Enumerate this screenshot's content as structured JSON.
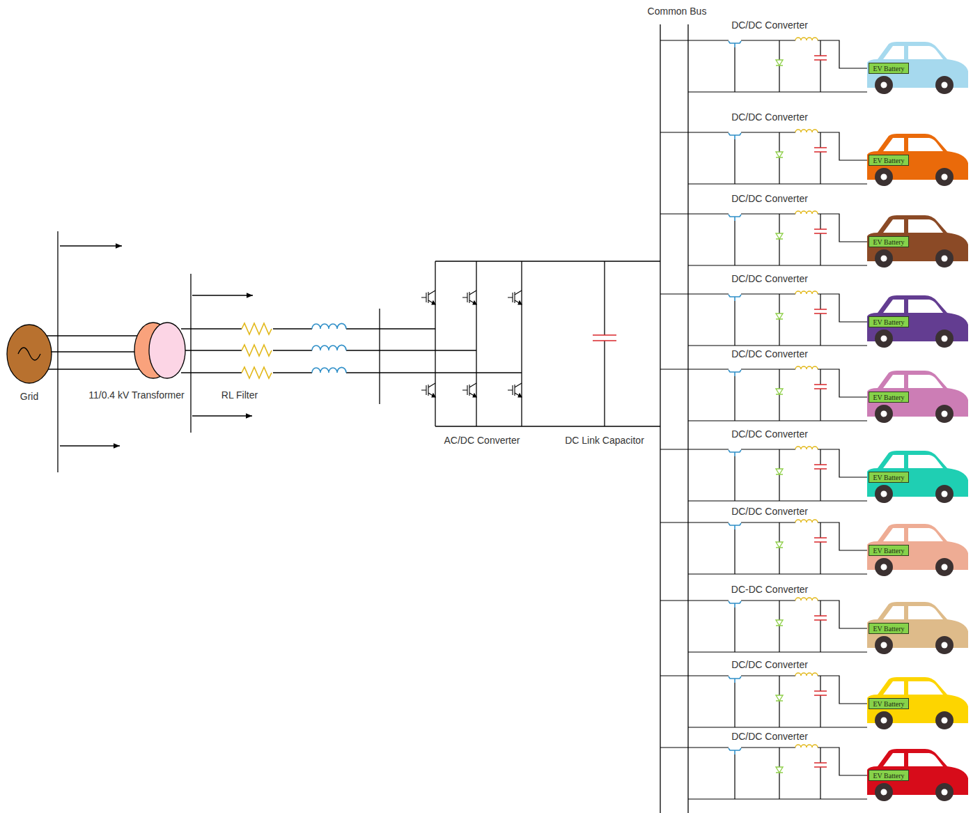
{
  "diagram": {
    "nodes": [
      {
        "text": [
          "EV Battery"
        ]
      },
      {
        "text": [
          "EV Battery"
        ]
      },
      {
        "text": [
          "EV Battery"
        ]
      },
      {
        "text": [
          "EV Battery"
        ]
      },
      {
        "text": [
          "EV Battery"
        ]
      },
      {
        "text": [
          "EV Battery"
        ]
      },
      {
        "text": [
          "EV Battery"
        ]
      },
      {
        "text": [
          "EV Battery"
        ]
      },
      {
        "text": [
          "EV Battery"
        ]
      },
      {
        "text": [
          "EV Battery"
        ]
      }
    ],
    "labels": [
      "Common Bus",
      "DC/DC Converter",
      "DC/DC Converter",
      "DC/DC Converter",
      "DC/DC Converter",
      "DC/DC Converter",
      "DC/DC Converter",
      "DC/DC Converter",
      "DC-DC Converter",
      "DC/DC Converter",
      "DC/DC Converter",
      "Grid",
      "11/0.4 kV Transformer",
      "RL Filter",
      "AC/DC Converter",
      "DC Link Capacitor"
    ]
  }
}
